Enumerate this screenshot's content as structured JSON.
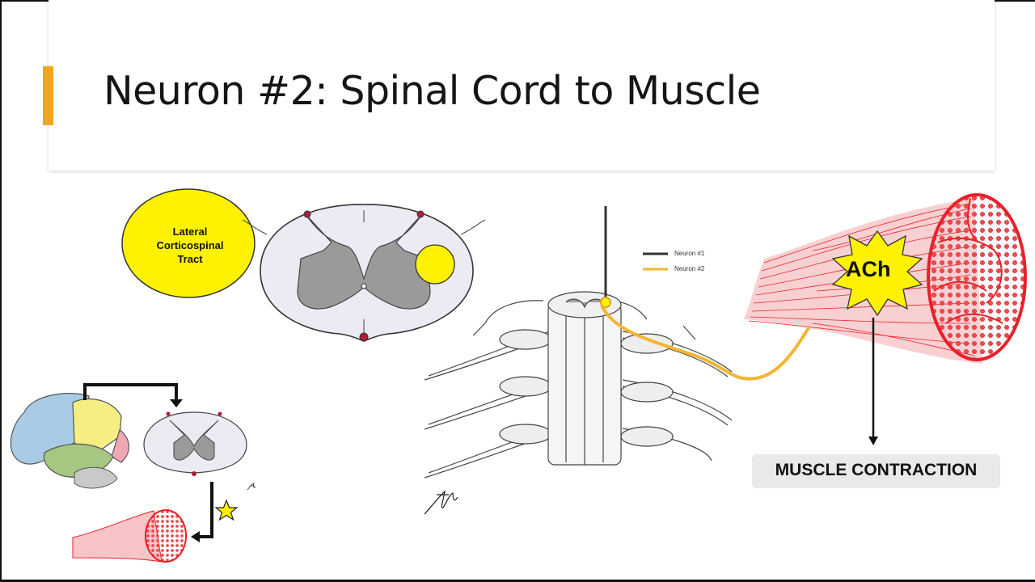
{
  "slide": {
    "title": "Neuron #2: Spinal Cord to Muscle",
    "accent_color": "#f2a423"
  },
  "tract_callout": {
    "label": "Lateral Corticospinal Tract",
    "color": "#fff200"
  },
  "legend": {
    "neuron1": "Neuron #1",
    "neuron2": "Neuron #2",
    "neuron1_color": "#333333",
    "neuron2_color": "#f2b633"
  },
  "synapse": {
    "label": "ACh",
    "color": "#fff200"
  },
  "outcome": {
    "label": "MUSCLE CONTRACTION"
  },
  "muscle": {
    "color": "#e8202a"
  },
  "icons": [
    "star-icon",
    "down-arrow-icon",
    "signature-icon"
  ]
}
